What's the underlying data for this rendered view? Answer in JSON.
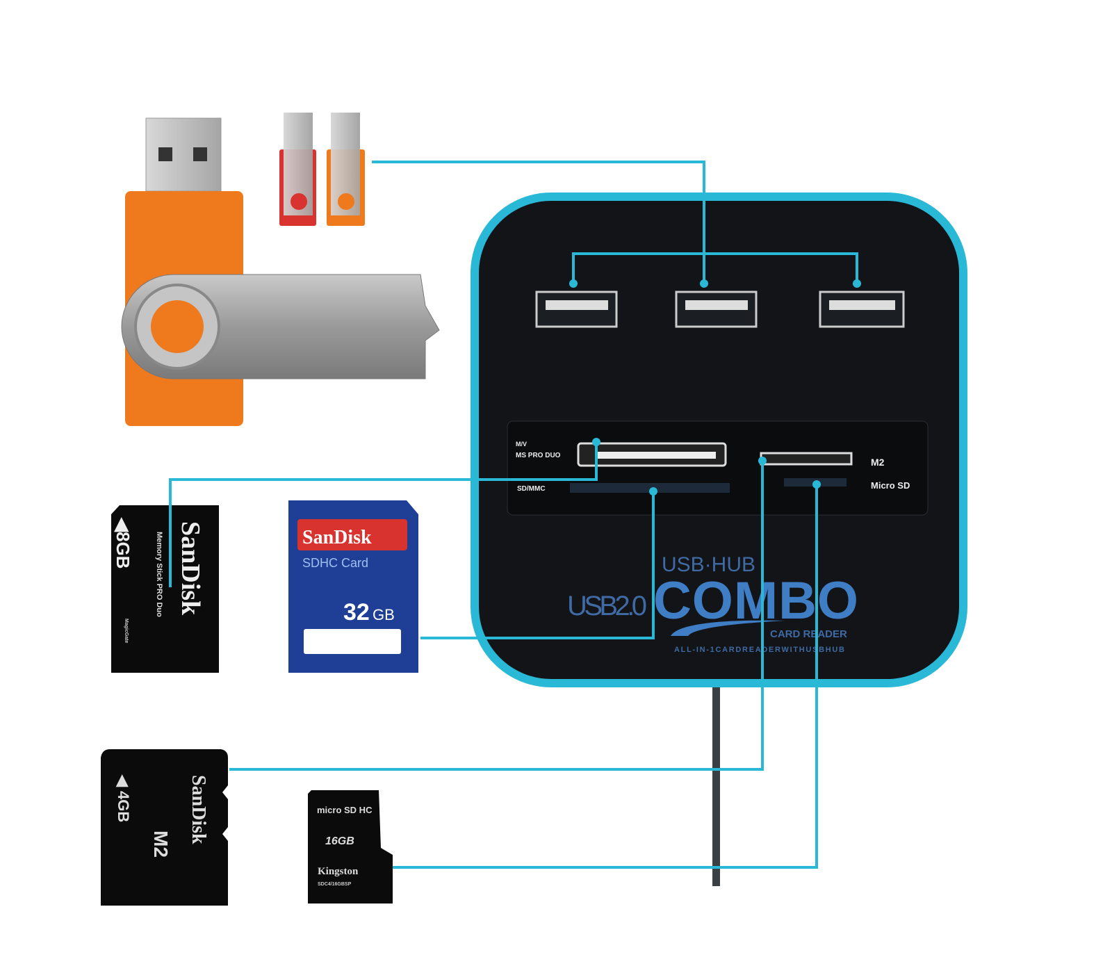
{
  "hub": {
    "slot_ms_label_1": "M/V",
    "slot_ms_label_2": "MS PRO DUO",
    "slot_sd_label": "SD/MMC",
    "slot_m2_label": "M2",
    "slot_microsd_label": "Micro SD",
    "usb_hub": "USB·HUB",
    "usb_version": "USB2.0",
    "combo": "COMBO",
    "card_reader": "CARD READER",
    "tagline": "ALL-IN-1CARDREADERWITHUSBHUB"
  },
  "cards": {
    "ms_pro_duo": {
      "brand": "SanDisk",
      "capacity": "◀8GB",
      "type": "Memory Stick PRO Duo",
      "small": "MagicGate"
    },
    "sdhc": {
      "brand": "SanDisk",
      "type": "SDHC Card",
      "capacity_num": "32",
      "capacity_unit": "GB"
    },
    "m2": {
      "brand": "SanDisk",
      "capacity": "◀ 4GB",
      "type": "M2"
    },
    "microsd": {
      "logo": "micro SD HC",
      "capacity": "16GB",
      "brand": "Kingston",
      "code": "SDC4/16GBSP"
    }
  },
  "colors": {
    "cyan": "#29b8d6",
    "hub": "#121417",
    "orange": "#ef7a1e",
    "red": "#d9332f",
    "sd_blue": "#1f3f97",
    "text_blue": "#3f6aa3"
  }
}
